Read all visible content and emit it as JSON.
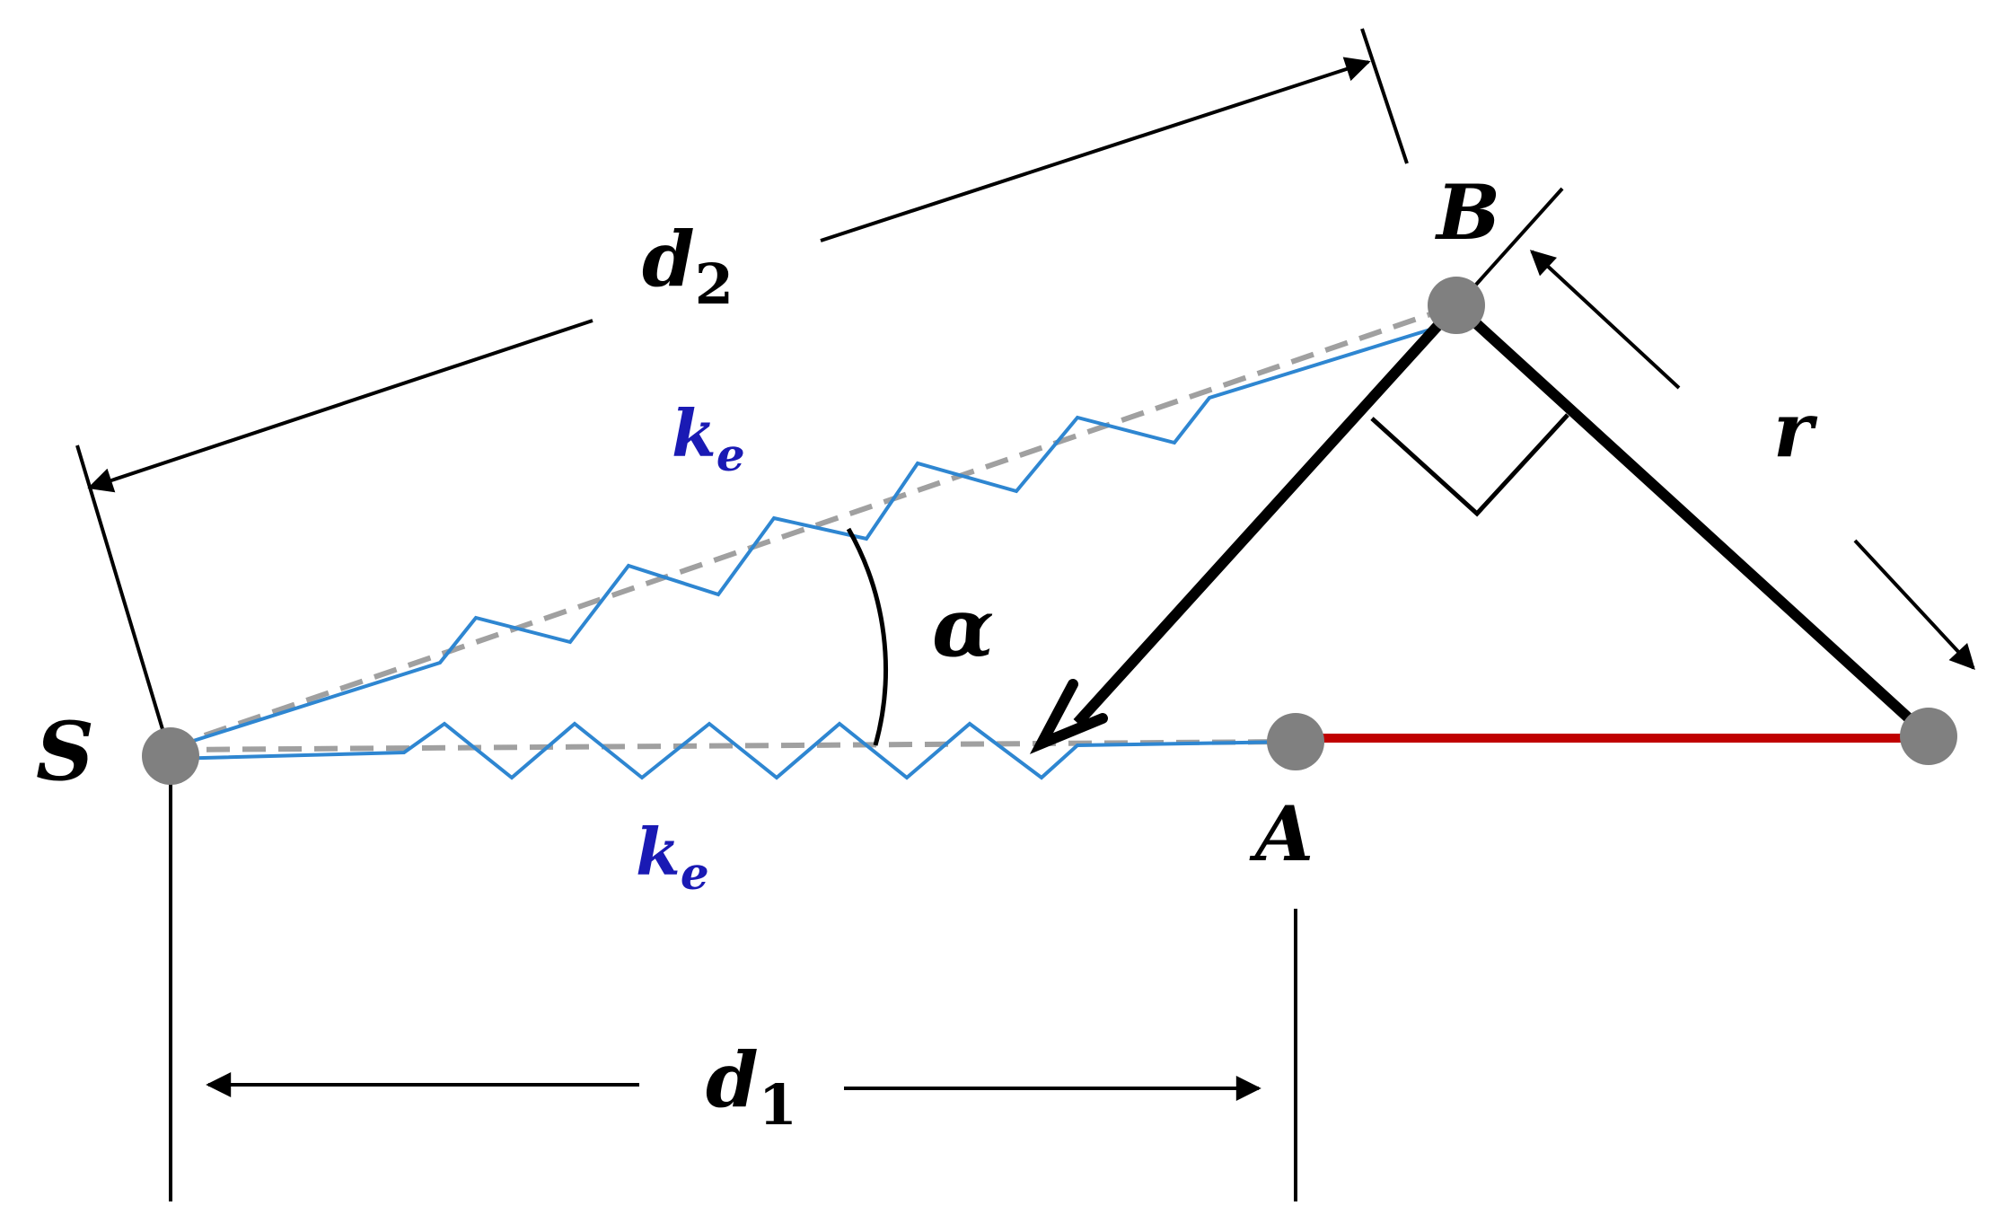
{
  "labels": {
    "S": "S",
    "A": "A",
    "B": "B",
    "r": "r",
    "alpha": "α",
    "d2": {
      "main": "d",
      "sub": "2"
    },
    "d1": {
      "main": "d",
      "sub": "1"
    },
    "ke_upper": {
      "main": "k",
      "sub": "e"
    },
    "ke_lower": {
      "main": "k",
      "sub": "e"
    }
  },
  "colors": {
    "spring": "#2e86d1",
    "spring_label": "#1a1ab4",
    "dashed": "#a0a0a0",
    "node": "#808080",
    "red_link": "#c00000",
    "line": "#000000"
  }
}
